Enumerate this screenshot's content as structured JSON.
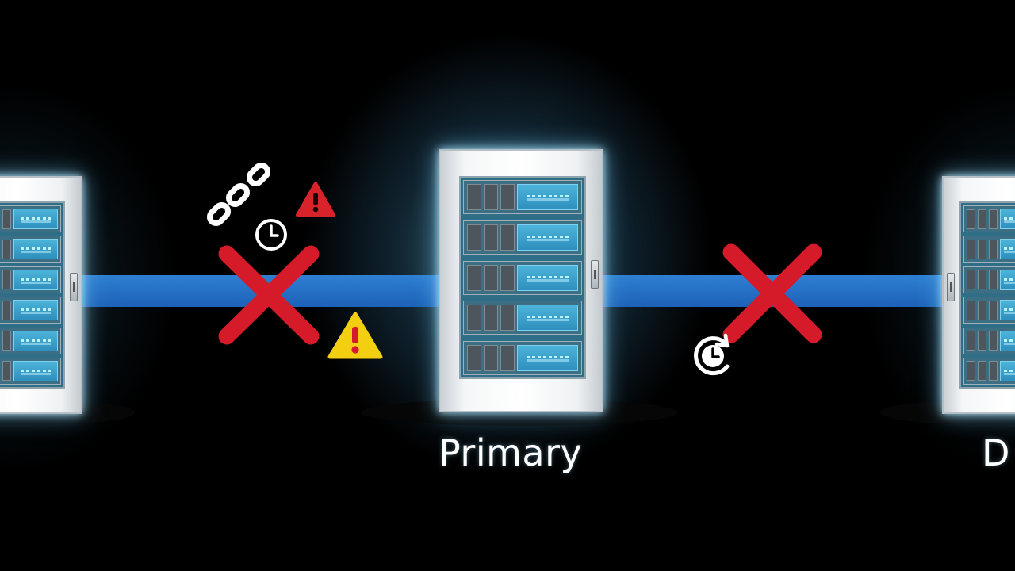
{
  "servers": {
    "left": {
      "label": ""
    },
    "primary": {
      "label": "Primary"
    },
    "right": {
      "label": "D"
    }
  },
  "links": {
    "left": {
      "status": "broken"
    },
    "right": {
      "status": "broken"
    }
  },
  "icons": {
    "broken_chain": "broken-chain-icon",
    "clock": "clock-icon",
    "warning_red": "warning-icon",
    "warning_yellow": "warning-icon",
    "clock_refresh": "clock-refresh-icon",
    "failure_mark": "failure-x-icon"
  },
  "colors": {
    "background": "#000000",
    "link_blue": "#1f66bf",
    "glow": "#8fd6f2",
    "failure_red": "#d51a2a",
    "warning_red": "#d8232a",
    "warning_yellow": "#f3cf12",
    "cabinet": "#f2f4f5",
    "rack_panel": "#3aa6d1"
  }
}
